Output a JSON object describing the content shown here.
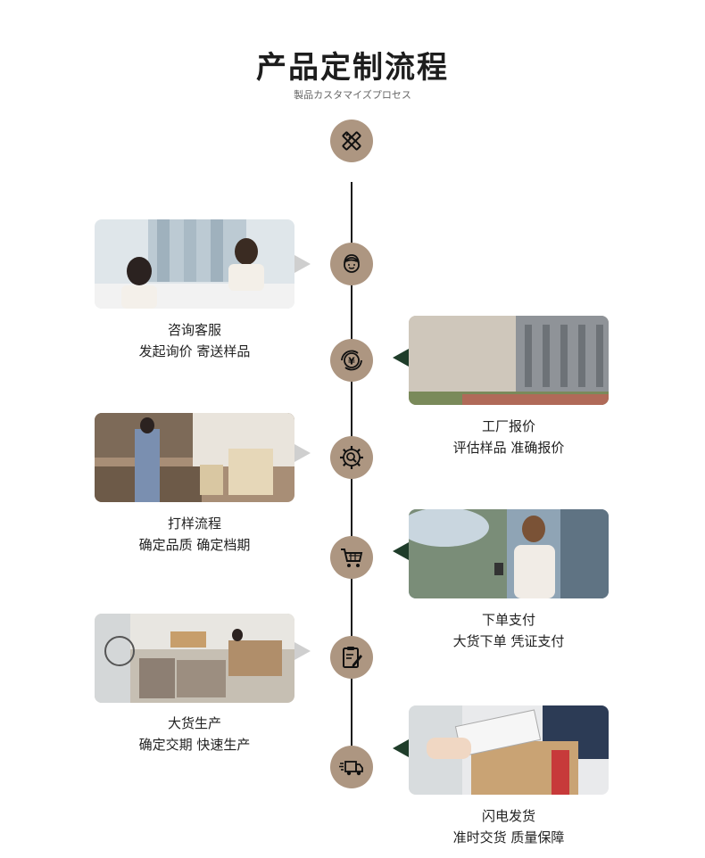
{
  "header": {
    "title": "产品定制流程",
    "subtitle": "製品カスタマイズプロセス"
  },
  "colors": {
    "node_fill": "#ad9681",
    "line": "#1a1a1a",
    "icon": "#111111"
  },
  "steps": [
    {
      "icon": "tools-icon"
    },
    {
      "icon": "customer-service-icon",
      "title": "咨询客服",
      "desc": "发起询价 寄送样品"
    },
    {
      "icon": "yen-exchange-icon",
      "title": "工厂报价",
      "desc": "评估样品 准确报价"
    },
    {
      "icon": "gear-search-icon",
      "title": "打样流程",
      "desc": "确定品质 确定档期"
    },
    {
      "icon": "shopping-cart-icon",
      "title": "下单支付",
      "desc": "大货下单 凭证支付"
    },
    {
      "icon": "clipboard-edit-icon",
      "title": "大货生产",
      "desc": "确定交期 快速生产"
    },
    {
      "icon": "delivery-truck-icon",
      "title": "闪电发货",
      "desc": "准时交货 质量保障"
    }
  ]
}
